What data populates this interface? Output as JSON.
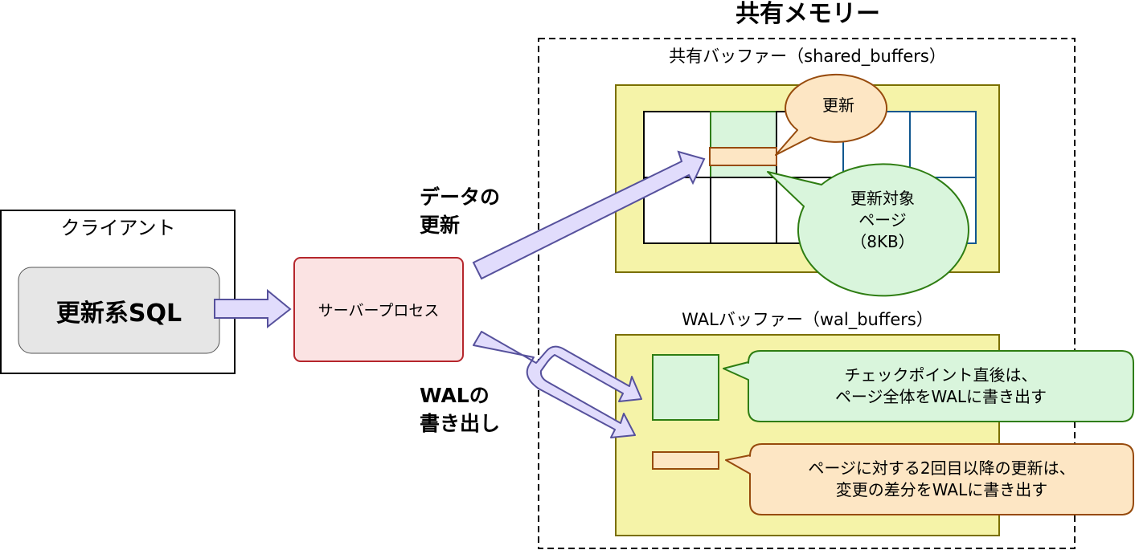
{
  "title": "共有メモリー",
  "shared_buffers": {
    "label": "共有バッファー（shared_buffers）",
    "bubble_update": "更新",
    "bubble_page": [
      "更新対象",
      "ページ",
      "（8KB）"
    ]
  },
  "wal_buffers": {
    "label": "WALバッファー（wal_buffers）",
    "callout_full_page": [
      "チェックポイント直後は、",
      "ページ全体をWALに書き出す"
    ],
    "callout_diff": [
      "ページに対する2回目以降の更新は、",
      "変更の差分をWALに書き出す"
    ]
  },
  "client": {
    "title": "クライアント",
    "sql_label": "更新系SQL"
  },
  "server": {
    "label": "サーバープロセス"
  },
  "flows": {
    "data_update": [
      "データの",
      "更新"
    ],
    "wal_write": [
      "WALの",
      "書き出し"
    ]
  },
  "colors": {
    "arrow_fill": "#e1dcfc",
    "arrow_stroke": "#56519c",
    "buffer_fill": "#f5f3a8",
    "buffer_stroke": "#7a6f00",
    "green_fill": "#d9f5dc",
    "green_stroke": "#2e7d12",
    "orange_fill": "#fde6c4",
    "orange_stroke": "#974b0d",
    "server_fill": "#fbe3e3",
    "server_stroke": "#b5262c",
    "sql_fill": "#e6e6e6",
    "grid_blue": "#10578f"
  }
}
